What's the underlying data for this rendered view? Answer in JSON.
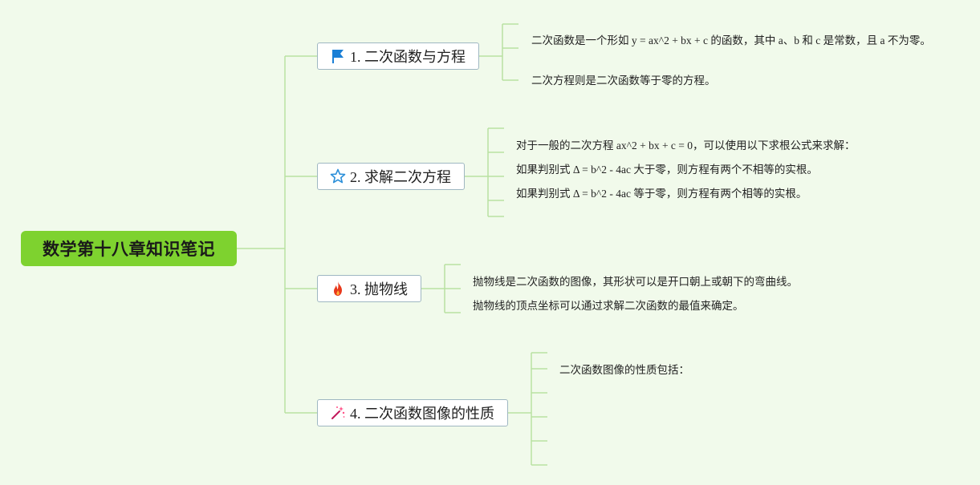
{
  "title": "数学第十八章知识笔记",
  "branches": [
    {
      "label": "1. 二次函数与方程",
      "icon": "flag-icon",
      "notes": [
        "二次函数是一个形如 y = ax^2 + bx + c 的函数，其中 a、b 和 c 是常数，且 a 不为零。",
        "二次方程则是二次函数等于零的方程。"
      ]
    },
    {
      "label": "2. 求解二次方程",
      "icon": "star-icon",
      "notes": [
        "对于一般的二次方程 ax^2 + bx + c = 0，可以使用以下求根公式来求解：",
        "如果判别式 Δ = b^2 - 4ac 大于零，则方程有两个不相等的实根。",
        "如果判别式 Δ = b^2 - 4ac 等于零，则方程有两个相等的实根。"
      ]
    },
    {
      "label": "3. 抛物线",
      "icon": "fire-icon",
      "notes": [
        "抛物线是二次函数的图像，其形状可以是开口朝上或朝下的弯曲线。",
        "抛物线的顶点坐标可以通过求解二次函数的最值来确定。"
      ]
    },
    {
      "label": "4. 二次函数图像的性质",
      "icon": "magic-wand-icon",
      "notes": [
        "二次函数图像的性质包括："
      ]
    }
  ],
  "colors": {
    "background": "#f1faeb",
    "root": "#7ed22f",
    "connector": "#b9e1a2",
    "node_border": "#9fb7c2"
  }
}
